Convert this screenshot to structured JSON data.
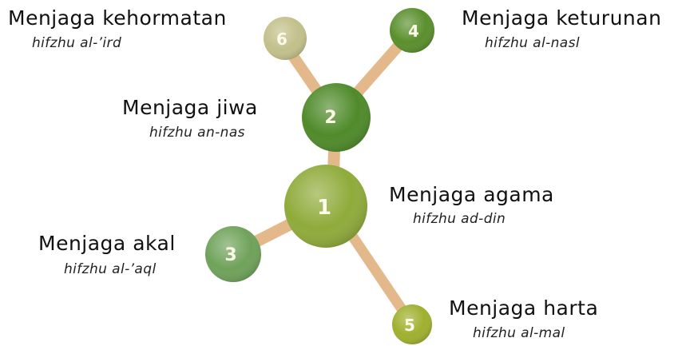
{
  "nodes": [
    {
      "id": "1",
      "title": "Menjaga agama",
      "subtitle": "hifzhu ad-din",
      "color": "#8fab3a"
    },
    {
      "id": "2",
      "title": "Menjaga jiwa",
      "subtitle": "hifzhu an-nas",
      "color": "#4f8a2a"
    },
    {
      "id": "3",
      "title": "Menjaga akal",
      "subtitle": "hifzhu al-’aql",
      "color": "#6fa25a"
    },
    {
      "id": "4",
      "title": "Menjaga keturunan",
      "subtitle": "hifzhu al-nasl",
      "color": "#5a8f2c"
    },
    {
      "id": "5",
      "title": "Menjaga harta",
      "subtitle": "hifzhu al-mal",
      "color": "#9fb02e"
    },
    {
      "id": "6",
      "title": "Menjaga kehormatan",
      "subtitle": "hifzhu al-’ird",
      "color": "#c2c08a"
    }
  ],
  "colors": {
    "stick": "#e3b98b",
    "background": "#ffffff"
  }
}
